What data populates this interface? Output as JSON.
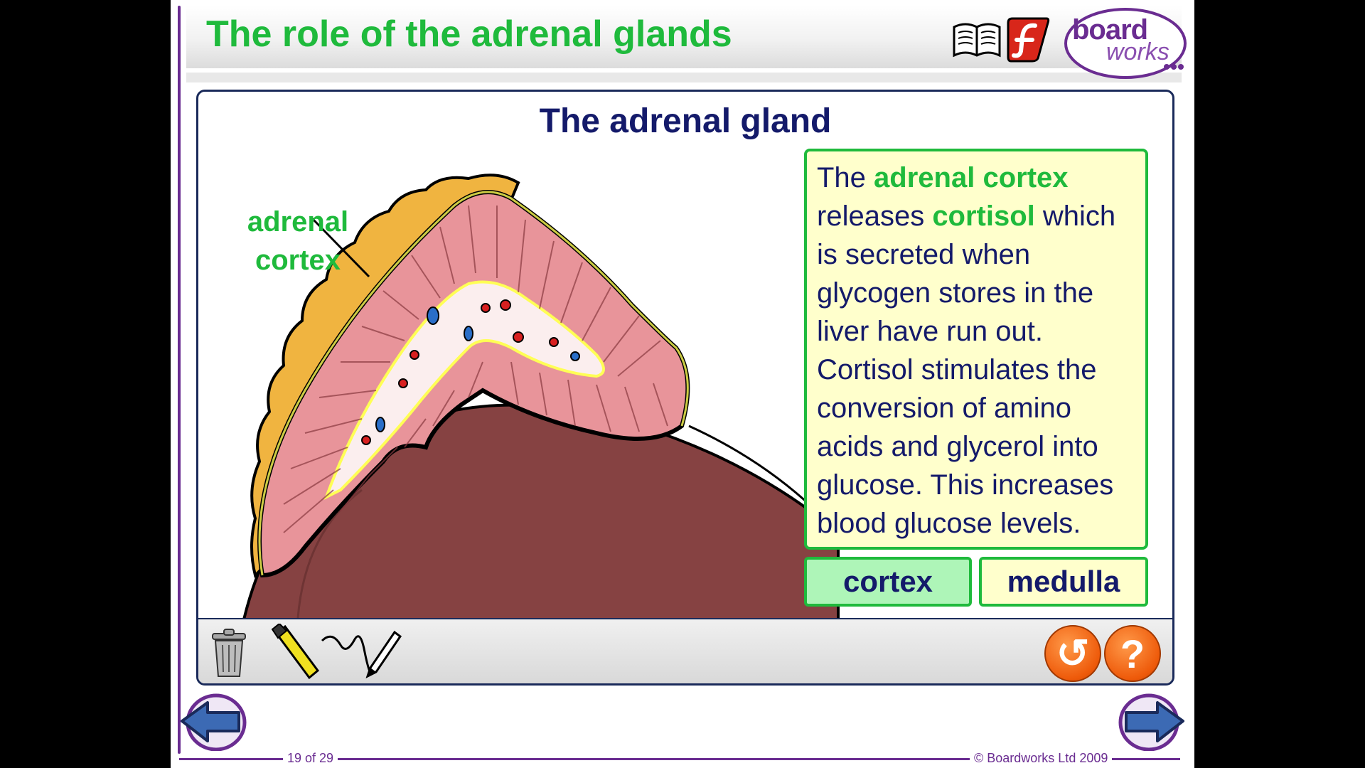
{
  "header": {
    "title": "The role of the adrenal glands",
    "logo_primary": "board",
    "logo_secondary": "works",
    "icons": [
      "book-icon",
      "flash-icon"
    ]
  },
  "panel": {
    "title": "The adrenal gland",
    "diagram_label": "adrenal cortex",
    "info": {
      "t1": "The ",
      "h1": "adrenal cortex",
      "t2": " releases ",
      "h2": "cortisol",
      "t3": " which is secreted when glycogen stores in the liver have run out. Cortisol stimulates the conversion of amino acids and glycerol into glucose. This increases blood glucose levels."
    },
    "buttons": {
      "cortex": "cortex",
      "medulla": "medulla"
    }
  },
  "toolbar": {
    "tools": [
      "trash-icon",
      "highlighter-icon",
      "pen-icon"
    ],
    "reset_glyph": "↺",
    "help_glyph": "?"
  },
  "footer": {
    "page": "19 of 29",
    "copyright": "© Boardworks Ltd 2009"
  },
  "colors": {
    "title_green": "#1fba3c",
    "navy": "#141a6a",
    "purple": "#6a2c91",
    "info_bg": "#ffffcc",
    "active_button_bg": "#aef5b8"
  }
}
